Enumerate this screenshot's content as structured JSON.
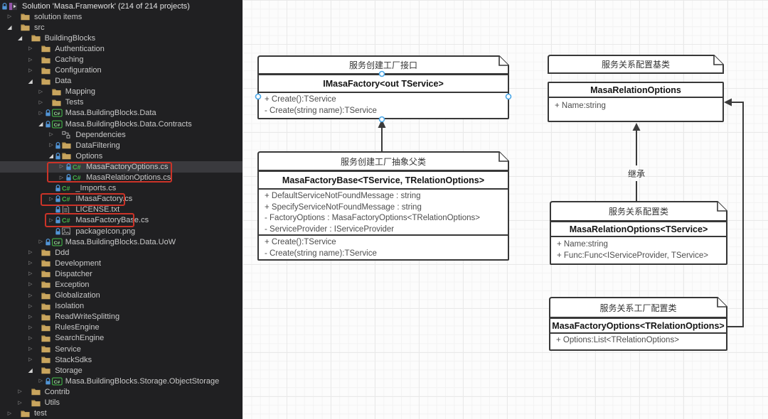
{
  "solution_explorer": {
    "items": [
      {
        "level": 0,
        "root": true,
        "expander": "none",
        "lock": true,
        "icon": "solution",
        "label": "Solution 'Masa.Framework' (214 of 214 projects)"
      },
      {
        "level": 1,
        "expander": "collapsed",
        "lock": false,
        "icon": "folder",
        "label": "solution items"
      },
      {
        "level": 1,
        "expander": "expanded",
        "lock": false,
        "icon": "folder",
        "label": "src"
      },
      {
        "level": 2,
        "expander": "expanded",
        "lock": false,
        "icon": "folder",
        "label": "BuildingBlocks"
      },
      {
        "level": 3,
        "expander": "collapsed",
        "lock": false,
        "icon": "folder",
        "label": "Authentication"
      },
      {
        "level": 3,
        "expander": "collapsed",
        "lock": false,
        "icon": "folder",
        "label": "Caching"
      },
      {
        "level": 3,
        "expander": "collapsed",
        "lock": false,
        "icon": "folder",
        "label": "Configuration"
      },
      {
        "level": 3,
        "expander": "expanded",
        "lock": false,
        "icon": "folder",
        "label": "Data"
      },
      {
        "level": 4,
        "expander": "collapsed",
        "lock": false,
        "icon": "folder",
        "label": "Mapping"
      },
      {
        "level": 4,
        "expander": "collapsed",
        "lock": false,
        "icon": "folder",
        "label": "Tests"
      },
      {
        "level": 4,
        "expander": "collapsed",
        "lock": true,
        "icon": "csproj",
        "label": "Masa.BuildingBlocks.Data"
      },
      {
        "level": 4,
        "expander": "expanded",
        "lock": true,
        "icon": "csproj",
        "label": "Masa.BuildingBlocks.Data.Contracts"
      },
      {
        "level": 5,
        "expander": "collapsed",
        "lock": false,
        "icon": "deps",
        "label": "Dependencies"
      },
      {
        "level": 5,
        "expander": "collapsed",
        "lock": true,
        "icon": "folder",
        "label": "DataFiltering"
      },
      {
        "level": 5,
        "expander": "expanded",
        "lock": true,
        "icon": "folder",
        "label": "Options"
      },
      {
        "level": 6,
        "expander": "collapsed",
        "lock": true,
        "icon": "csfile",
        "label": "MasaFactoryOptions.cs",
        "selected": true
      },
      {
        "level": 6,
        "expander": "collapsed",
        "lock": true,
        "icon": "csfile",
        "label": "MasaRelationOptions.cs"
      },
      {
        "level": 5,
        "expander": "none",
        "lock": true,
        "icon": "csfile",
        "label": "_Imports.cs"
      },
      {
        "level": 5,
        "expander": "collapsed",
        "lock": true,
        "icon": "csfile",
        "label": "IMasaFactory.cs"
      },
      {
        "level": 5,
        "expander": "none",
        "lock": true,
        "icon": "textfile",
        "label": "LICENSE.txt"
      },
      {
        "level": 5,
        "expander": "collapsed",
        "lock": true,
        "icon": "csfile",
        "label": "MasaFactoryBase.cs"
      },
      {
        "level": 5,
        "expander": "none",
        "lock": true,
        "icon": "imagefile",
        "label": "packageIcon.png"
      },
      {
        "level": 4,
        "expander": "collapsed",
        "lock": true,
        "icon": "csproj",
        "label": "Masa.BuildingBlocks.Data.UoW"
      },
      {
        "level": 3,
        "expander": "collapsed",
        "lock": false,
        "icon": "folder",
        "label": "Ddd"
      },
      {
        "level": 3,
        "expander": "collapsed",
        "lock": false,
        "icon": "folder",
        "label": "Development"
      },
      {
        "level": 3,
        "expander": "collapsed",
        "lock": false,
        "icon": "folder",
        "label": "Dispatcher"
      },
      {
        "level": 3,
        "expander": "collapsed",
        "lock": false,
        "icon": "folder",
        "label": "Exception"
      },
      {
        "level": 3,
        "expander": "collapsed",
        "lock": false,
        "icon": "folder",
        "label": "Globalization"
      },
      {
        "level": 3,
        "expander": "collapsed",
        "lock": false,
        "icon": "folder",
        "label": "Isolation"
      },
      {
        "level": 3,
        "expander": "collapsed",
        "lock": false,
        "icon": "folder",
        "label": "ReadWriteSplitting"
      },
      {
        "level": 3,
        "expander": "collapsed",
        "lock": false,
        "icon": "folder",
        "label": "RulesEngine"
      },
      {
        "level": 3,
        "expander": "collapsed",
        "lock": false,
        "icon": "folder",
        "label": "SearchEngine"
      },
      {
        "level": 3,
        "expander": "collapsed",
        "lock": false,
        "icon": "folder",
        "label": "Service"
      },
      {
        "level": 3,
        "expander": "collapsed",
        "lock": false,
        "icon": "folder",
        "label": "StackSdks"
      },
      {
        "level": 3,
        "expander": "expanded",
        "lock": false,
        "icon": "folder",
        "label": "Storage"
      },
      {
        "level": 4,
        "expander": "collapsed",
        "lock": true,
        "icon": "csproj",
        "label": "Masa.BuildingBlocks.Storage.ObjectStorage"
      },
      {
        "level": 2,
        "expander": "collapsed",
        "lock": false,
        "icon": "folder",
        "label": "Contrib"
      },
      {
        "level": 2,
        "expander": "collapsed",
        "lock": false,
        "icon": "folder",
        "label": "Utils"
      },
      {
        "level": 1,
        "expander": "collapsed",
        "lock": false,
        "icon": "folder",
        "label": "test"
      }
    ]
  },
  "diagram": {
    "classes": [
      {
        "note": "服务创建工厂接口",
        "title": "IMasaFactory<out TService>",
        "members": [
          "+ Create():TService",
          "- Create(string name):TService"
        ]
      },
      {
        "note": "服务创建工厂抽象父类",
        "title": "MasaFactoryBase<TService, TRelationOptions>",
        "attributes": [
          "+ DefaultServiceNotFoundMessage : string",
          "+ SpecifyServiceNotFoundMessage : string",
          "- FactoryOptions : MasaFactoryOptions<TRelationOptions>",
          "- ServiceProvider : IServiceProvider"
        ],
        "methods": [
          "+ Create():TService",
          "- Create(string name):TService"
        ]
      },
      {
        "note": "服务关系配置基类",
        "title": "MasaRelationOptions",
        "members": [
          "+ Name:string"
        ]
      },
      {
        "note": "服务关系配置类",
        "title": "MasaRelationOptions<TService>",
        "members": [
          "+ Name:string",
          "+ Func:Func<IServiceProvider, TService>"
        ]
      },
      {
        "note": "服务关系工厂配置类",
        "title": "MasaFactoryOptions<TRelationOptions>",
        "members": [
          "+ Options:List<TRelationOptions>"
        ]
      }
    ],
    "edge_labels": {
      "inheritance": "继承"
    }
  },
  "colors": {
    "annotation_red": "#cb3328",
    "lock_blue": "#5295d6",
    "csharp_green": "#44b449",
    "folder_khaki": "#c9a55e",
    "selection_gray": "#3a3a3e",
    "connector_dark": "#3a3a3a",
    "handle_blue": "#4aa7e8"
  }
}
